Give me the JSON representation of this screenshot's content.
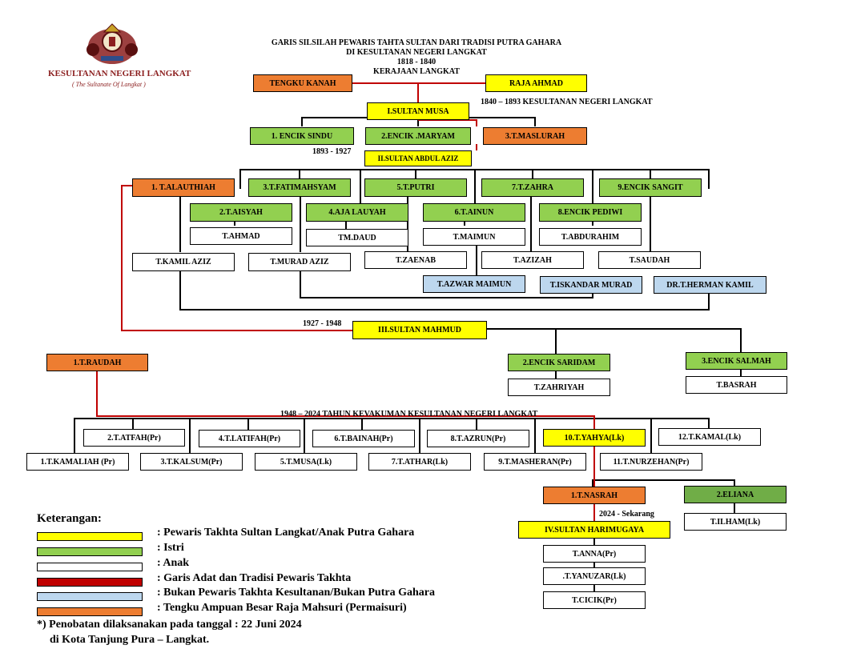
{
  "logo": {
    "name": "KESULTANAN NEGERI LANGKAT",
    "subtitle": "( The Sultanate Of Langkat )"
  },
  "header": {
    "line1": "GARIS SILSILAH  PEWARIS TAHTA SULTAN DARI TRADISI PUTRA GAHARA",
    "line2": "DI KESULTANAN NEGERI LANGKAT",
    "line3": "1818 - 1840",
    "line4": "KERAJAAN LANGKAT"
  },
  "periods": {
    "p1": "1840 – 1893 KESULTANAN NEGERI LANGKAT",
    "p2": "1893 - 1927",
    "p3": "1927 - 1948",
    "p4": "1948 – 2024 TAHUN KEVAKUMAN KESULTANAN NEGERI LANGKAT",
    "p5": "2024 - Sekarang"
  },
  "nodes": {
    "tengku_kanah": "TENGKU KANAH",
    "raja_ahmad": "RAJA AHMAD",
    "sultan_musa": "I.SULTAN MUSA",
    "encik_sindu": "1. ENCIK SINDU",
    "encik_maryam": "2.ENCIK .MARYAM",
    "t_maslurah": "3.T.MASLURAH",
    "sultan_abdul_aziz": "II.SULTAN ABDUL AZIZ",
    "t_alauthiah": "1. T.ALAUTHIAH",
    "t_fatimahsyam": "3.T.FATIMAHSYAM",
    "t_putri": "5.T.PUTRI",
    "t_zahra": "7.T.ZAHRA",
    "encik_sangit": "9.ENCIK SANGIT",
    "t_aisyah": "2.T.AISYAH",
    "aja_lauyah": "4.AJA LAUYAH",
    "t_ainun": "6.T.AINUN",
    "encik_pediwi": "8.ENCIK PEDIWI",
    "t_ahmad": "T.AHMAD",
    "tm_daud": "TM.DAUD",
    "t_maimun": "T.MAIMUN",
    "t_abdurahim": "T.ABDURAHIM",
    "t_kamil_aziz": "T.KAMIL AZIZ",
    "t_murad_aziz": "T.MURAD AZIZ",
    "t_zaenab": "T.ZAENAB",
    "t_azizah": "T.AZIZAH",
    "t_saudah": "T.SAUDAH",
    "t_azwar_maimun": "T.AZWAR MAIMUN",
    "t_iskandar_murad": "T.ISKANDAR MURAD",
    "dr_herman_kamil": "DR.T.HERMAN KAMIL",
    "sultan_mahmud": "III.SULTAN MAHMUD",
    "t_raudah": "1.T.RAUDAH",
    "encik_saridam": "2.ENCIK SARIDAM",
    "encik_salmah": "3.ENCIK SALMAH",
    "t_zahriyah": "T.ZAHRIYAH",
    "t_basrah": "T.BASRAH",
    "t_atfah": "2.T.ATFAH(Pr)",
    "t_latifah": "4.T.LATIFAH(Pr)",
    "t_bainah": "6.T.BAINAH(Pr)",
    "t_azrun": "8.T.AZRUN(Pr)",
    "t_yahya": "10.T.YAHYA(Lk)",
    "t_kamal": "12.T.KAMAL(Lk)",
    "t_kamaliah": "1.T.KAMALIAH (Pr)",
    "t_kalsum": "3.T.KALSUM(Pr)",
    "t_musa": "5.T.MUSA(Lk)",
    "t_athar": "7.T.ATHAR(Lk)",
    "t_masheran": "9.T.MASHERAN(Pr)",
    "t_nurzehan": "11.T.NURZEHAN(Pr)",
    "t_nasrah": "1.T.NASRAH",
    "eliana": "2.ELIANA",
    "sultan_harimugaya": "IV.SULTAN HARIMUGAYA",
    "t_ilham": "T.ILHAM(Lk)",
    "t_anna": "T.ANNA(Pr)",
    "t_yanuzar": ".T.YANUZAR(Lk)",
    "t_cicik": "T.CICIK(Pr)"
  },
  "legend": {
    "title": "Keterangan:",
    "items": [
      {
        "color": "#ffff00",
        "label": ": Pewaris Takhta Sultan Langkat/Anak Putra Gahara"
      },
      {
        "color": "#92d050",
        "label": ": Istri"
      },
      {
        "color": "#ffffff",
        "label": ": Anak"
      },
      {
        "color": "#c00000",
        "label": ": Garis Adat dan Tradisi Pewaris Takhta"
      },
      {
        "color": "#bdd7ee",
        "label": ": Bukan Pewaris Takhta Kesultanan/Bukan Putra Gahara"
      },
      {
        "color": "#ed7d31",
        "label": ": Tengku Ampuan Besar Raja Mahsuri (Permaisuri)"
      }
    ],
    "note1": "*) Penobatan dilaksanakan pada tanggal  : 22 Juni 2024",
    "note2": "di Kota Tanjung Pura – Langkat."
  },
  "colors": {
    "heir": "#ffff00",
    "wife": "#92d050",
    "queen": "#ed7d31",
    "non_heir": "#bdd7ee",
    "tradition_line": "#c00000"
  }
}
